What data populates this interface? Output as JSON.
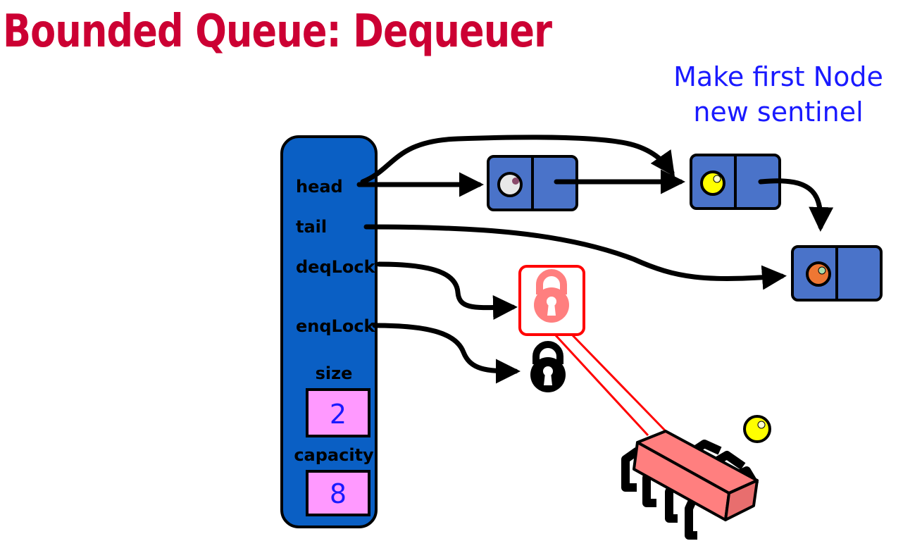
{
  "title": "Bounded Queue: Dequeuer",
  "annotation": {
    "line1": "Make first Node",
    "line2": "new sentinel"
  },
  "queue": {
    "fields": {
      "head": "head",
      "tail": "tail",
      "deq_lock": "deqLock",
      "enq_lock": "enqLock"
    },
    "size": {
      "label": "size",
      "value": "2"
    },
    "capacity": {
      "label": "capacity",
      "value": "8"
    }
  },
  "colors": {
    "title": "#cc0033",
    "annotation": "#1a1aff",
    "queue_body": "#0a5fc4",
    "node": "#4a73c9",
    "counter_box": "#ff99ff",
    "active_lock": "#ff7f7f",
    "highlight": "#ff0000",
    "yellow_ball": "#ffff00",
    "orange_ball": "#ee7733",
    "grey_ball": "#e8e8e8"
  },
  "icons": {
    "deq_lock": "open-padlock-icon",
    "enq_lock": "closed-padlock-icon",
    "thread": "thread-bug-icon",
    "item": "item-ball-icon"
  }
}
